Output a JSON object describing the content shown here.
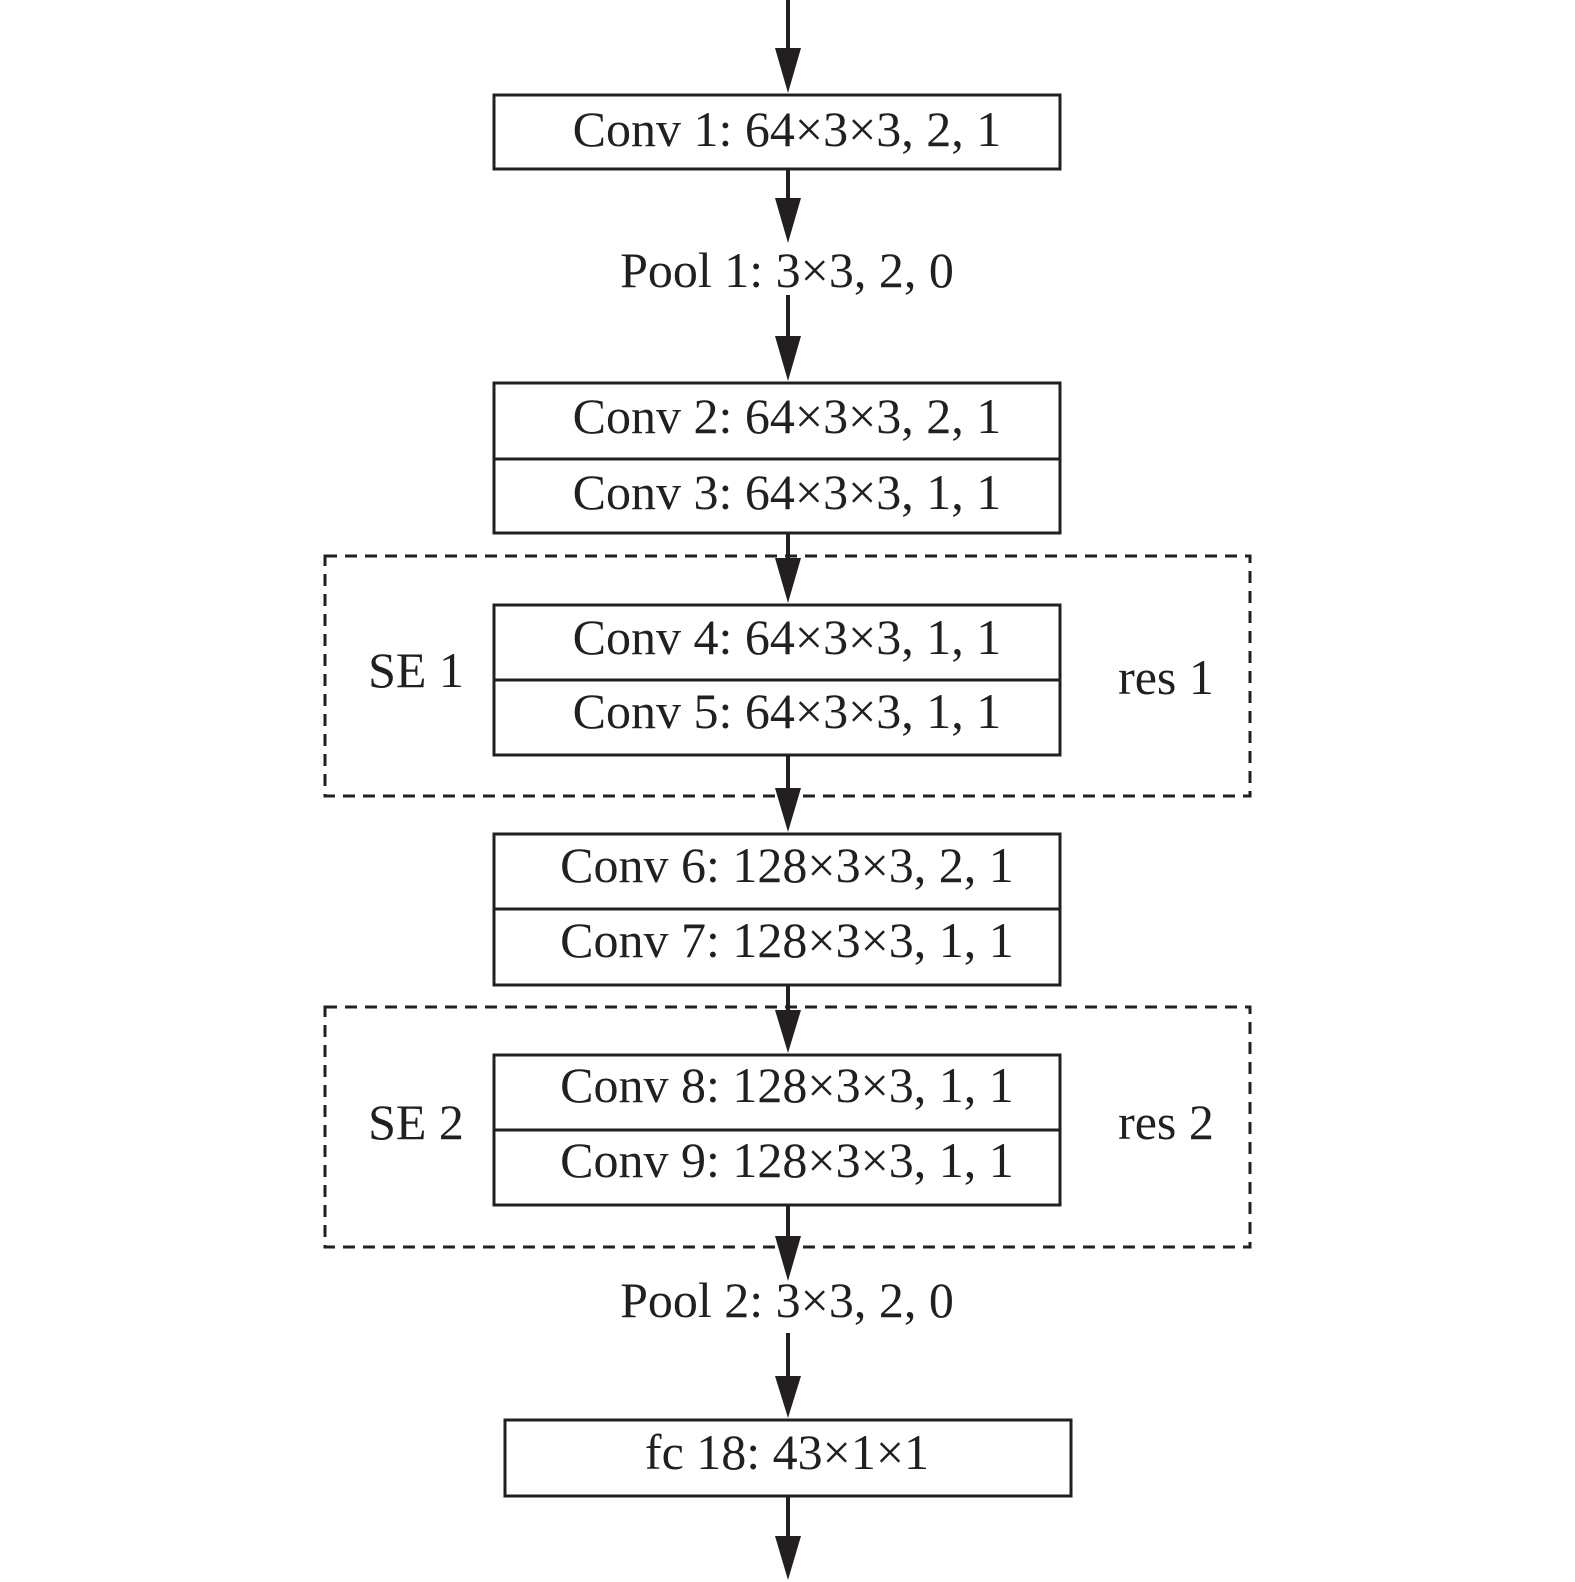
{
  "layers": {
    "conv1": "Conv 1: 64×3×3, 2, 1",
    "pool1": "Pool 1: 3×3, 2, 0",
    "conv2": "Conv 2: 64×3×3, 2, 1",
    "conv3": "Conv 3: 64×3×3, 1, 1",
    "conv4": "Conv 4: 64×3×3, 1, 1",
    "conv5": "Conv 5: 64×3×3, 1, 1",
    "conv6": "Conv 6: 128×3×3, 2, 1",
    "conv7": "Conv 7: 128×3×3, 1, 1",
    "conv8": "Conv 8: 128×3×3, 1, 1",
    "conv9": "Conv 9: 128×3×3, 1, 1",
    "pool2": "Pool 2: 3×3, 2, 0",
    "fc18": "fc 18: 43×1×1"
  },
  "blocks": {
    "se1": "SE 1",
    "res1": "res 1",
    "se2": "SE 2",
    "res2": "res 2"
  }
}
